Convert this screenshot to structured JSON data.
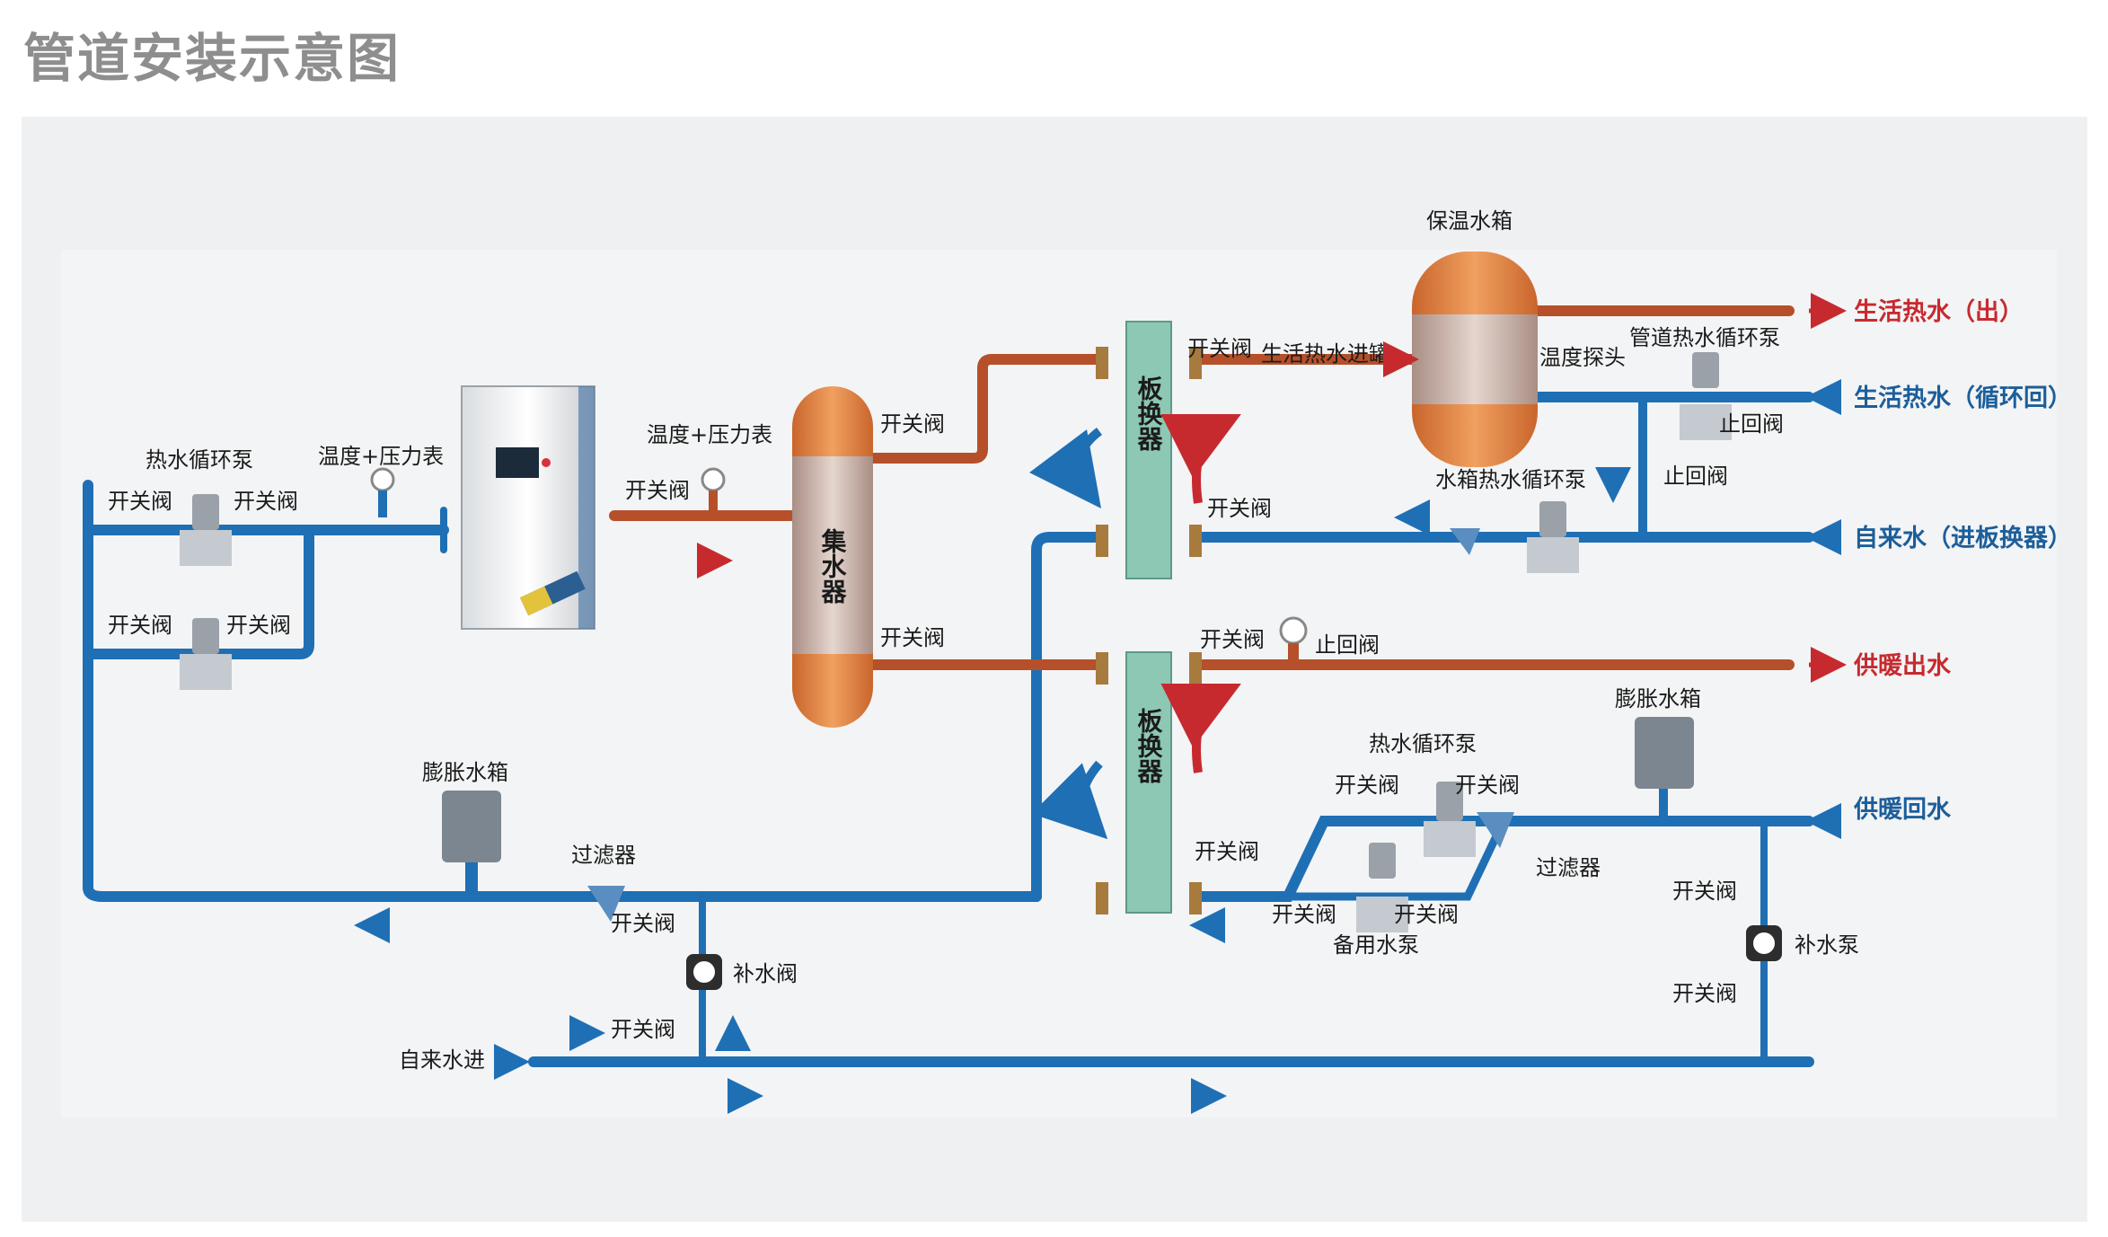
{
  "title": "管道安装示意图",
  "colors": {
    "hot_pipe": "#b5502a",
    "cold_pipe": "#1f6fb5",
    "tank_orange": "#e58a4a",
    "heat_exchanger": "#8cc8b4",
    "panel_bg": "#eef0f1",
    "arrow_red": "#c62a2f",
    "arrow_blue": "#1f6fb5"
  },
  "labels": {
    "insulated_tank": "保温水箱",
    "dhw_inlet": "生活热水进罐",
    "temp_probe": "温度探头",
    "pipe_circ_pump": "管道热水循环泵",
    "check_valve": "止回阀",
    "tank_circ_pump": "水箱热水循环泵",
    "hot_circ_pump": "热水循环泵",
    "temp_pressure": "温度+压力表",
    "switch_valve": "开关阀",
    "collector": "集水器",
    "plate_hx": "板换器",
    "expansion_tank": "膨胀水箱",
    "filter": "过滤器",
    "makeup_valve": "补水阀",
    "makeup_pump": "补水泵",
    "backup_pump": "备用水泵",
    "tap_water_in": "自来水进"
  },
  "outlets": {
    "dhw_out": "生活热水（出）",
    "dhw_return": "生活热水（循环回）",
    "tap_to_hx": "自来水（进板换器）",
    "heating_out": "供暖出水",
    "heating_return": "供暖回水"
  }
}
